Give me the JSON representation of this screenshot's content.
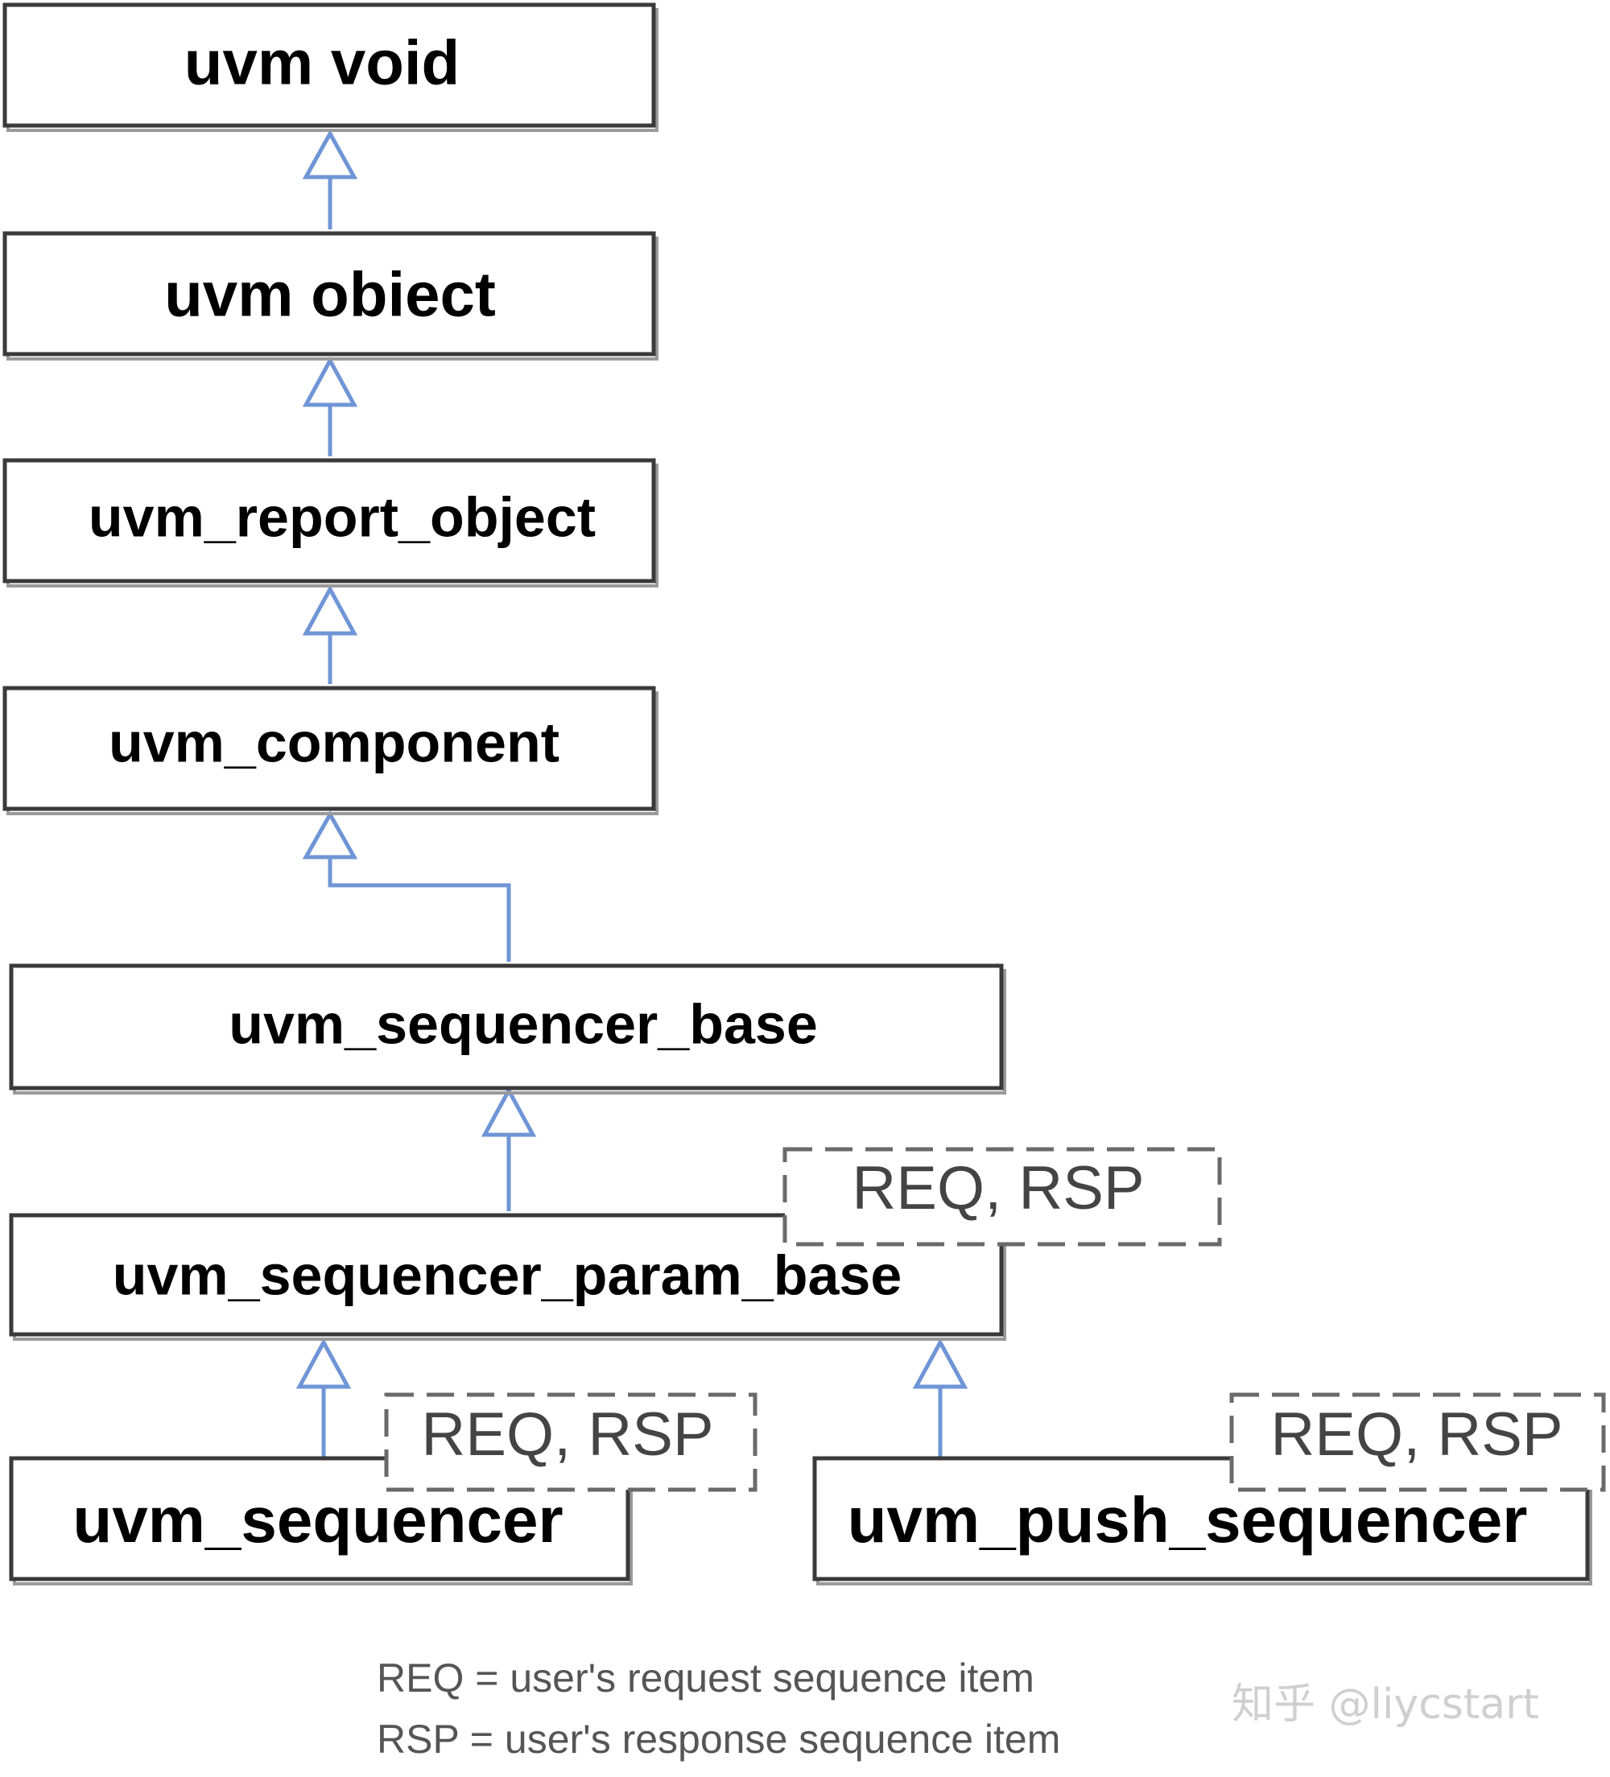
{
  "classes": {
    "uvm_void": "uvm  void",
    "uvm_object": "uvm  obiect",
    "uvm_report_object": "uvm_report_object",
    "uvm_component": "uvm_component",
    "uvm_sequencer_base": "uvm_sequencer_base",
    "uvm_sequencer_param_base": "uvm_sequencer_param_base",
    "uvm_sequencer": "uvm_sequencer",
    "uvm_push_sequencer": "uvm_push_sequencer"
  },
  "template_params": {
    "param_base": "REQ, RSP",
    "sequencer": "REQ, RSP",
    "push_sequencer": "REQ, RSP"
  },
  "legend": {
    "line1": "REQ = user's request sequence item",
    "line2": "RSP = user's response sequence item"
  },
  "watermark": "知乎 @liycstart",
  "colors": {
    "edge": "#6f95d6",
    "box_border": "#3a3a3a",
    "dashed_border": "#6a6a6a"
  }
}
